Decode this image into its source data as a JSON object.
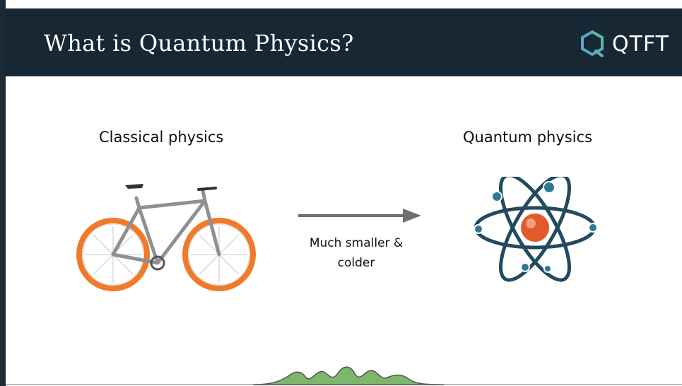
{
  "slide": {
    "title": "What is Quantum Physics?",
    "logo_text": "QTFT",
    "left_heading": "Classical physics",
    "right_heading": "Quantum physics",
    "arrow_caption_line1": "Much smaller &",
    "arrow_caption_line2": "colder"
  },
  "icons": {
    "logo": "hexagon-logo-icon",
    "left_image": "bicycle-icon",
    "arrow": "right-arrow-icon",
    "right_image": "atom-icon",
    "footer": "wave-graph-icon"
  },
  "colors": {
    "header_bg": "#172733",
    "logo_teal": "#5db7a8",
    "logo_blue": "#5aa7c9",
    "bike_frame": "#8d9194",
    "bike_tire": "#f07a2a",
    "atom_orbit": "#23495e",
    "atom_nucleus": "#e2592a",
    "wave_green": "#7db76b"
  }
}
